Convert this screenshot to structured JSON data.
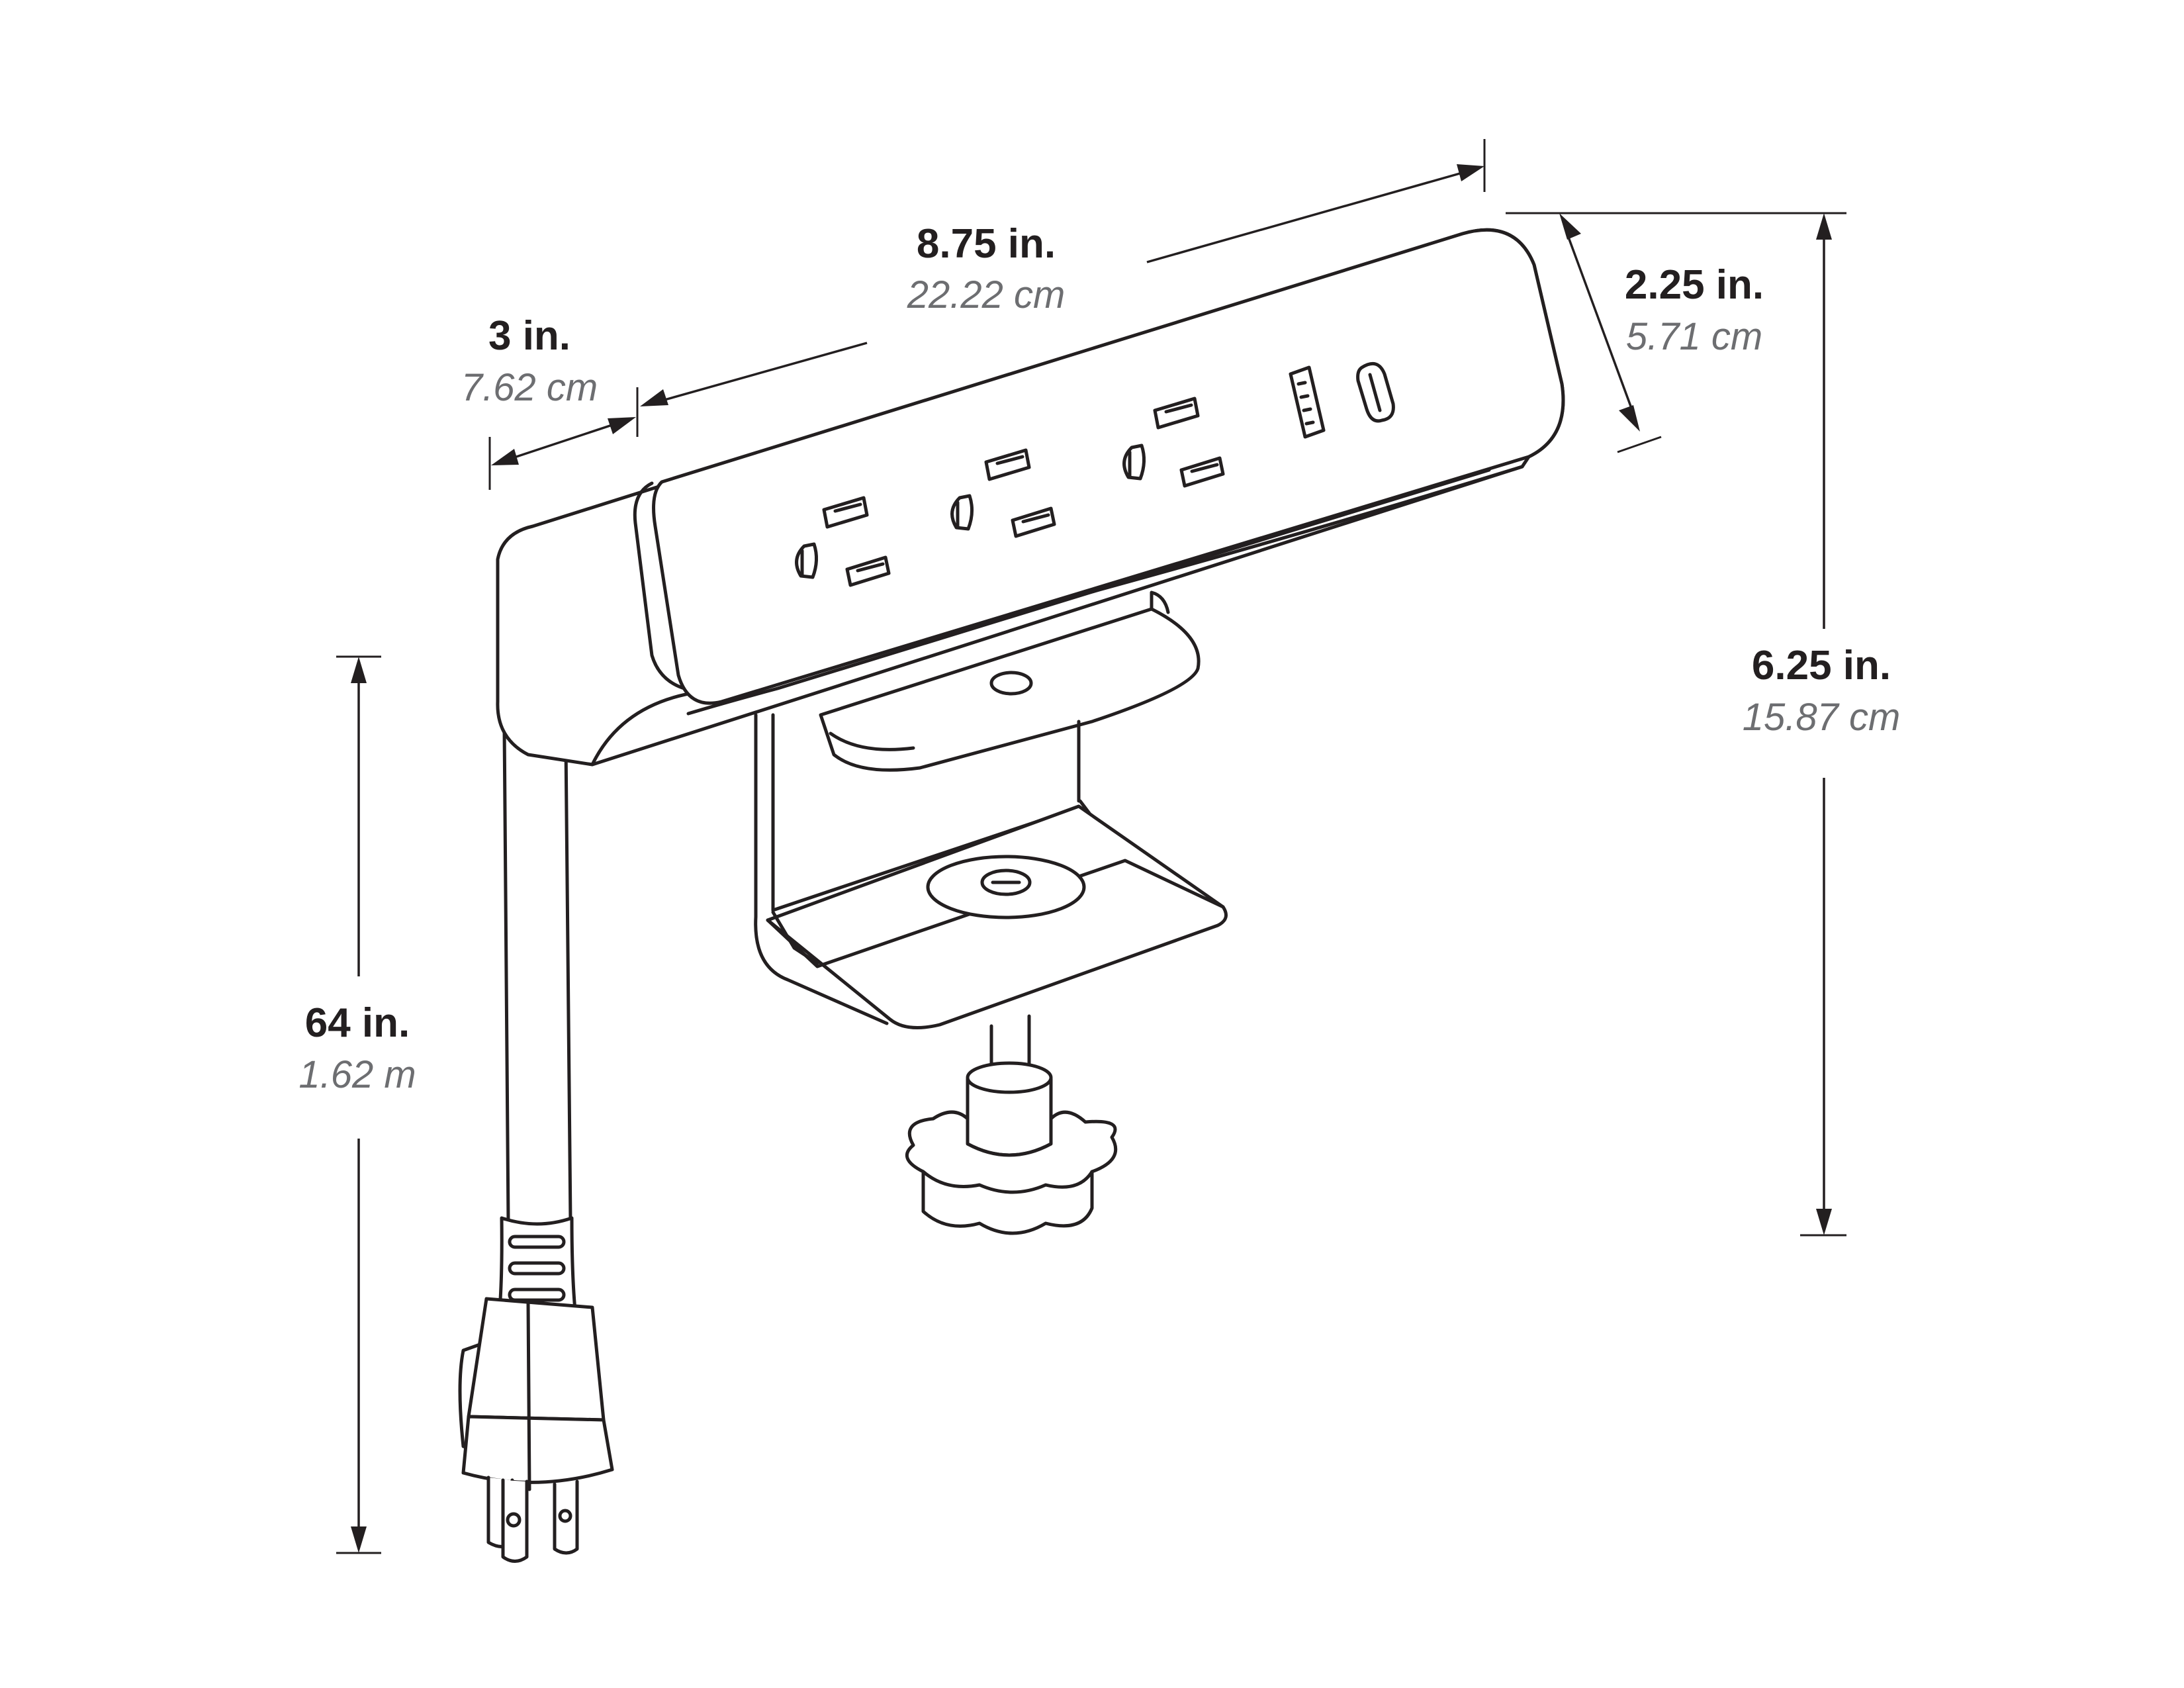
{
  "dimensions": {
    "overall_length": {
      "imperial": "8.75 in.",
      "metric": "22.22 cm"
    },
    "depth": {
      "imperial": "3 in.",
      "metric": "7.62 cm"
    },
    "end_height": {
      "imperial": "2.25 in.",
      "metric": "5.71 cm"
    },
    "total_height": {
      "imperial": "6.25 in.",
      "metric": "15.87 cm"
    },
    "cord_length": {
      "imperial": "64 in.",
      "metric": "1.62 m"
    }
  },
  "components": {
    "ac_outlets": 3,
    "usb_a_ports": 1,
    "usb_c_ports": 1
  },
  "colors": {
    "line": "#231f20",
    "metric_text": "#6d6e71",
    "background": "#ffffff"
  }
}
